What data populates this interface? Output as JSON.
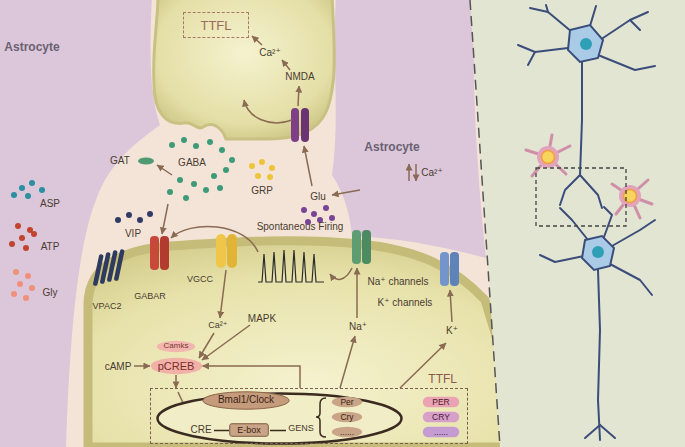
{
  "diagram": {
    "nodes": [
      {
        "text": [
          "TTFL"
        ]
      },
      {
        "text": [
          "Camks"
        ]
      },
      {
        "text": [
          "pCREB"
        ]
      },
      {
        "text": [
          "TTFL"
        ]
      },
      {
        "text": [
          "Bmal1/Clock"
        ],
        "in": 3
      },
      {
        "text": [
          "E-box"
        ],
        "in": 3
      },
      {
        "text": [
          "Per"
        ],
        "in": 3
      },
      {
        "text": [
          "Cry"
        ],
        "in": 3
      },
      {
        "text": [
          "......"
        ],
        "in": 3
      },
      {
        "text": [
          "PER"
        ],
        "in": 3
      },
      {
        "text": [
          "CRY"
        ],
        "in": 3
      },
      {
        "text": [
          "......"
        ],
        "in": 3
      }
    ],
    "edges": [
      {
        "from": 2,
        "to": 3,
        "arrow": "to"
      },
      {
        "from": 3,
        "to": 2,
        "arrow": "to"
      }
    ],
    "labels": [
      "Astrocyte",
      "Astrocyte",
      "Ca²⁺",
      "NMDA",
      "GAT",
      "GABA",
      "ASP",
      "ATP",
      "Gly",
      "VIP",
      "GRP",
      "Glu",
      "Ca²⁺",
      "Spontaneous Firing",
      "Na⁺ channels",
      "K⁺ channels",
      "GABAR",
      "VGCC",
      "VPAC2",
      "Ca²⁺",
      "MAPK",
      "cAMP",
      "Na⁺",
      "K⁺",
      "CRE",
      "GENS"
    ]
  }
}
